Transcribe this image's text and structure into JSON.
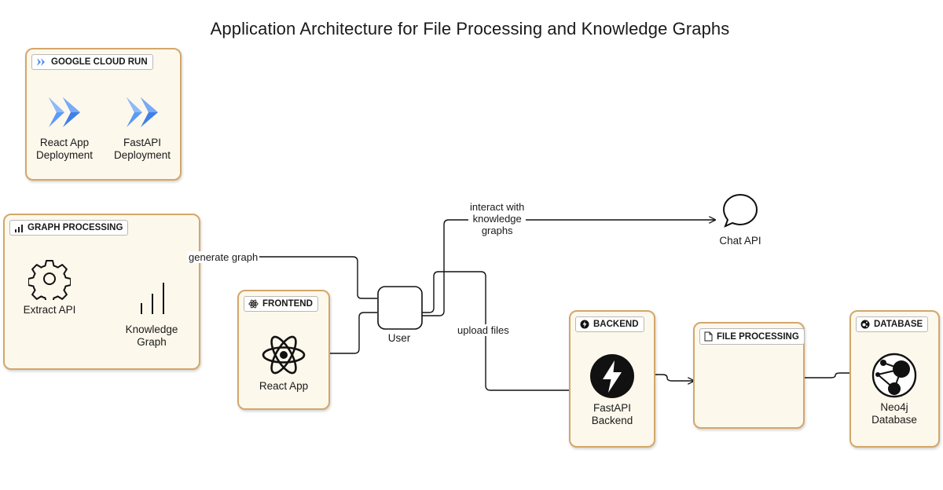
{
  "title": "Application Architecture for File Processing and Knowledge Graphs",
  "colors": {
    "group_border": "#d3a76a",
    "group_fill": "#fdf8ec",
    "cloud_run_blue": "#4d8af0",
    "edge": "#111111"
  },
  "groups": {
    "cloud_run": {
      "label": "GOOGLE CLOUD RUN",
      "icon": "cloud-run-icon"
    },
    "graph_processing": {
      "label": "GRAPH PROCESSING",
      "icon": "bar-chart-icon"
    },
    "frontend": {
      "label": "FRONTEND",
      "icon": "react-icon"
    },
    "backend": {
      "label": "BACKEND",
      "icon": "fastapi-icon"
    },
    "file_processing": {
      "label": "FILE PROCESSING",
      "icon": "document-icon"
    },
    "database": {
      "label": "DATABASE",
      "icon": "neo4j-icon"
    }
  },
  "nodes": {
    "react_deploy": {
      "label_line1": "React App",
      "label_line2": "Deployment",
      "icon": "cloud-run-icon"
    },
    "fastapi_deploy": {
      "label_line1": "FastAPI",
      "label_line2": "Deployment",
      "icon": "cloud-run-icon"
    },
    "extract_api": {
      "label": "Extract API",
      "icon": "gear-icon"
    },
    "knowledge_graph": {
      "label_line1": "Knowledge",
      "label_line2": "Graph",
      "icon": "bar-chart-icon"
    },
    "react_app": {
      "label": "React App",
      "icon": "react-icon"
    },
    "user": {
      "label": "User",
      "icon": "rounded-square"
    },
    "chat_api": {
      "label": "Chat API",
      "icon": "speech-bubble-icon"
    },
    "fastapi_backend": {
      "label_line1": "FastAPI",
      "label_line2": "Backend",
      "icon": "fastapi-icon"
    },
    "neo4j": {
      "label_line1": "Neo4j",
      "label_line2": "Database",
      "icon": "neo4j-icon"
    }
  },
  "edges": {
    "generate_graph": "generate graph",
    "interact": {
      "line1": "interact with",
      "line2": "knowledge",
      "line3": "graphs"
    },
    "upload_files": "upload files"
  }
}
